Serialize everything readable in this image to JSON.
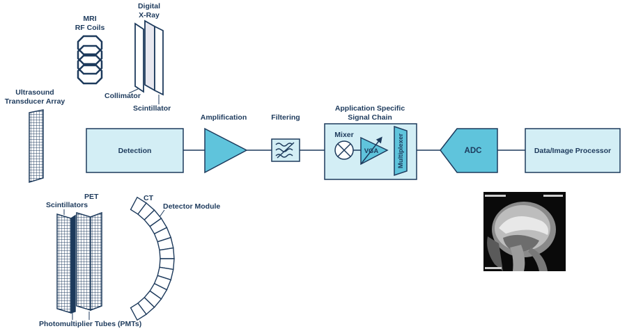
{
  "labels": {
    "mri": [
      "MRI",
      "RF Coils"
    ],
    "xray": [
      "Digital",
      "X-Ray"
    ],
    "collimator": "Collimator",
    "scintillator": "Scintillator",
    "ultrasound": [
      "Ultrasound",
      "Transducer Array"
    ],
    "pet": "PET",
    "scintillators": "Scintillators",
    "ct": "CT",
    "detector_module": "Detector Module",
    "pmts": "Photomultiplier Tubes (PMTs)",
    "amplification": "Amplification",
    "filtering": "Filtering",
    "asic": [
      "Application Specific",
      "Signal Chain"
    ],
    "mixer": "Mixer",
    "vga": "VGA",
    "multiplexer": "Multiplexer"
  },
  "blocks": {
    "detection": "Detection",
    "adc": "ADC",
    "processor": "Data/Image Processor"
  },
  "colors": {
    "navy": "#1d3a5c",
    "box_fill": "#d3eef5",
    "amp_fill": "#5fc4dc",
    "adc_fill": "#5fc4dc"
  }
}
